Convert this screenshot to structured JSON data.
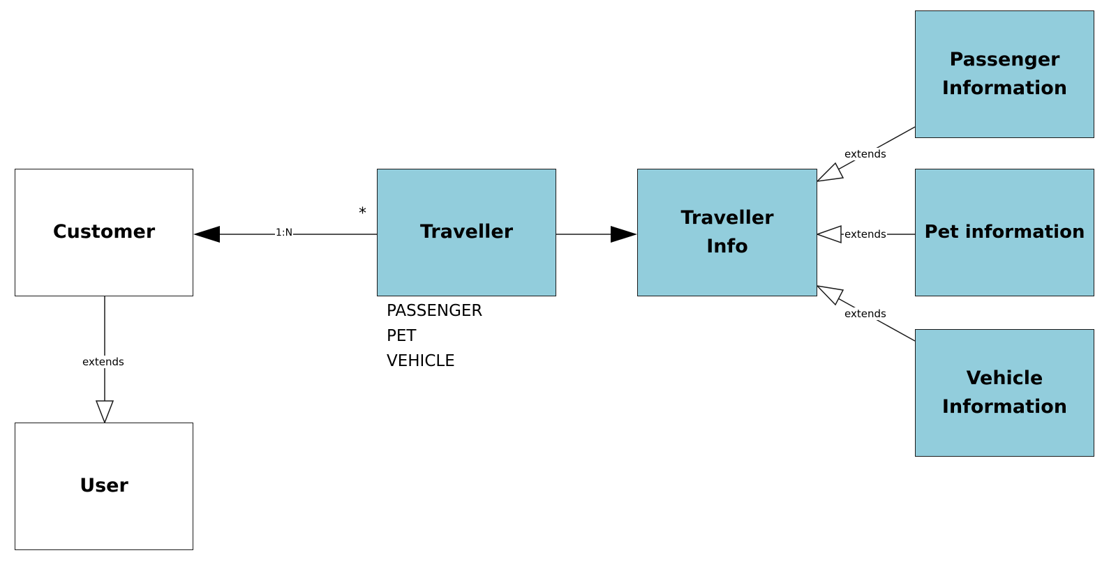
{
  "nodes": {
    "customer": "Customer",
    "user": "User",
    "traveller": "Traveller",
    "traveller_info": "Traveller\nInfo",
    "passenger_info": "Passenger\nInformation",
    "pet_info": "Pet information",
    "vehicle_info": "Vehicle\nInformation"
  },
  "edges": {
    "traveller_customer_label": "1:N",
    "traveller_multiplicity": "*",
    "extends_label": "extends"
  },
  "traveller_types": [
    "PASSENGER",
    "PET",
    "VEHICLE"
  ],
  "colors": {
    "entity_fill": "#92cddc",
    "plain_fill": "#ffffff",
    "stroke": "#1a1a1a"
  }
}
